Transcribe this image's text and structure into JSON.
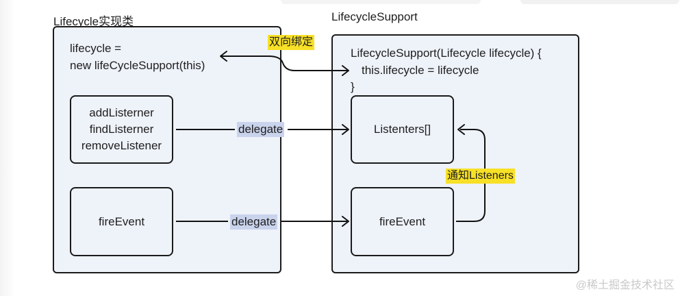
{
  "left_panel": {
    "title": "Lifecycle实现类",
    "init_line1": "lifecycle =",
    "init_line2": "new lifeCycleSupport(this)",
    "listener_box": [
      "addListerner",
      "findListerner",
      "removeListener"
    ],
    "event_box": "fireEvent"
  },
  "right_panel": {
    "title": "LifecycleSupport",
    "ctor_line1": "LifecycleSupport(Lifecycle lifecycle) {",
    "ctor_line2": "this.lifecycle = lifecycle",
    "ctor_line3": "}",
    "listeners_box": "Listenters[]",
    "event_box": "fireEvent"
  },
  "labels": {
    "binding": "双向绑定",
    "delegate_top": "delegate",
    "delegate_bottom": "delegate",
    "notify": "通知Listeners"
  },
  "watermark": "@稀土掘金技术社区",
  "colors": {
    "panel_fill": "#eef2f9",
    "outline": "#1a1a1a",
    "delegate_highlight": "#c9d3ec",
    "note_highlight": "#f7e026"
  }
}
